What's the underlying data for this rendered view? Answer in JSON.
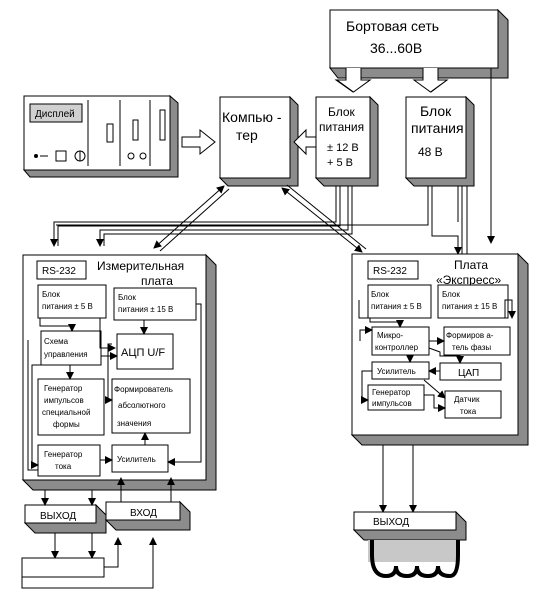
{
  "power_network": {
    "title": "Бортовая сеть",
    "voltage": "36...60В"
  },
  "computer": {
    "label_line1": "Компью -",
    "label_line2": "тер",
    "display_label": "Дисплей"
  },
  "psu_12": {
    "line1": "Блок",
    "line2": "питания",
    "line3": "± 12 В",
    "line4": "+ 5 В"
  },
  "psu_48": {
    "line1": "Блок",
    "line2": "питания",
    "line3": "48 В"
  },
  "measure_board": {
    "title_line1": "Измерительная",
    "title_line2": "плата",
    "rs232": "RS-232",
    "psu5_line1": "Блок",
    "psu5_line2": "питания ± 5 В",
    "psu15_line1": "Блок",
    "psu15_line2": "питания ± 15 В",
    "control_line1": "Схема",
    "control_line2": "управления",
    "adc": "АЦП U/F",
    "pulse_gen": [
      "Генератор",
      "импульсов",
      "специальной",
      "формы"
    ],
    "abs_former": [
      "Формирователь",
      "абсолютного",
      "значения"
    ],
    "current_gen": [
      "Генератор",
      "тока"
    ],
    "amplifier": "Усилитель",
    "output": "ВЫХОД",
    "input": "ВХОД"
  },
  "express_board": {
    "title_line1": "Плата",
    "title_line2": "«Экспресс»",
    "rs232": "RS-232",
    "psu5_line1": "Блок",
    "psu5_line2": "питания ± 5 В",
    "psu15_line1": "Блок",
    "psu15_line2": "питания ± 15 В",
    "mcu_line1": "Микро-",
    "mcu_line2": "контроллер",
    "phase_line1": "Формиров а-",
    "phase_line2": "тель фазы",
    "dac": "ЦАП",
    "amplifier": "Усилитель",
    "pulse_gen": [
      "Генератор",
      "импульсов"
    ],
    "current_sensor": [
      "Датчик",
      "тока"
    ],
    "output": "ВЫХОД"
  }
}
